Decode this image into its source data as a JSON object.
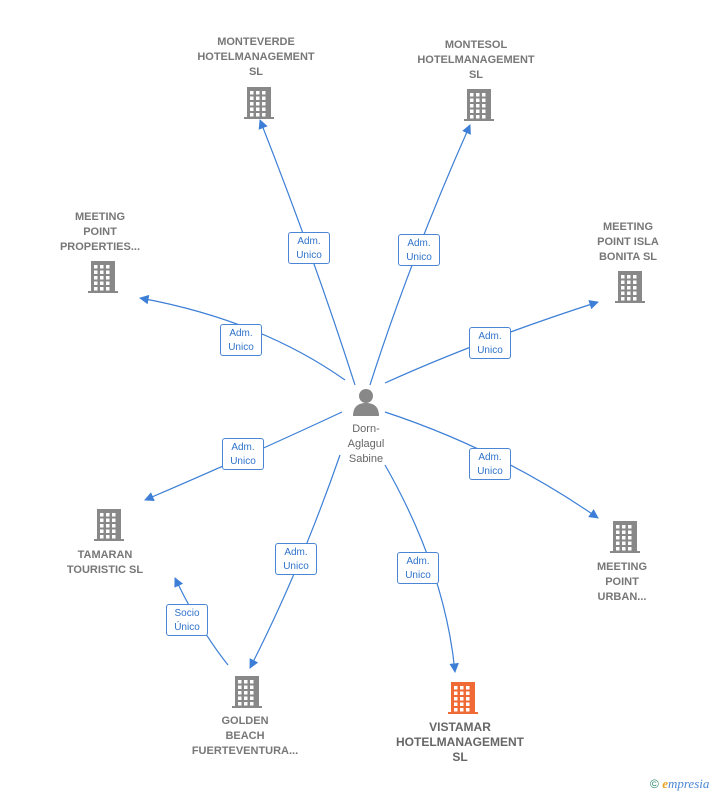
{
  "colors": {
    "edge": "#3d7fd6",
    "building": "#888888",
    "building_highlight": "#f06a35",
    "person": "#888888"
  },
  "person": {
    "name": "Dorn-\nAglagul\nSabine",
    "icon": "person-icon"
  },
  "companies": [
    {
      "id": "monteverde",
      "name": "MONTEVERDE\nHOTELMANAGEMENT\nSL",
      "highlight": false
    },
    {
      "id": "montesol",
      "name": "MONTESOL\nHOTELMANAGEMENT\nSL",
      "highlight": false
    },
    {
      "id": "meeting-point-properties",
      "name": "MEETING\nPOINT\nPROPERTIES...",
      "highlight": false
    },
    {
      "id": "meeting-point-isla-bonita",
      "name": "MEETING\nPOINT ISLA\nBONITA  SL",
      "highlight": false
    },
    {
      "id": "tamaran-touristic",
      "name": "TAMARAN\nTOURISTIC  SL",
      "highlight": false
    },
    {
      "id": "meeting-point-urban",
      "name": "MEETING\nPOINT\nURBAN...",
      "highlight": false
    },
    {
      "id": "golden-beach",
      "name": "GOLDEN\nBEACH\nFUERTEVENTURA...",
      "highlight": false
    },
    {
      "id": "vistamar",
      "name": "VISTAMAR\nHOTELMANAGEMENT\nSL",
      "highlight": true
    }
  ],
  "relations": [
    {
      "from": "person",
      "to": "monteverde",
      "label": "Adm.\nUnico"
    },
    {
      "from": "person",
      "to": "montesol",
      "label": "Adm.\nUnico"
    },
    {
      "from": "person",
      "to": "meeting-point-properties",
      "label": "Adm.\nUnico"
    },
    {
      "from": "person",
      "to": "meeting-point-isla-bonita",
      "label": "Adm.\nUnico"
    },
    {
      "from": "person",
      "to": "tamaran-touristic",
      "label": "Adm.\nUnico"
    },
    {
      "from": "person",
      "to": "meeting-point-urban",
      "label": "Adm.\nUnico"
    },
    {
      "from": "person",
      "to": "golden-beach",
      "label": "Adm.\nUnico"
    },
    {
      "from": "person",
      "to": "vistamar",
      "label": "Adm.\nUnico"
    },
    {
      "from": "golden-beach",
      "to": "tamaran-touristic",
      "label": "Socio\nÚnico"
    }
  ],
  "footer": {
    "copyright": "©",
    "brand_initial": "e",
    "brand_rest": "mpresia"
  }
}
